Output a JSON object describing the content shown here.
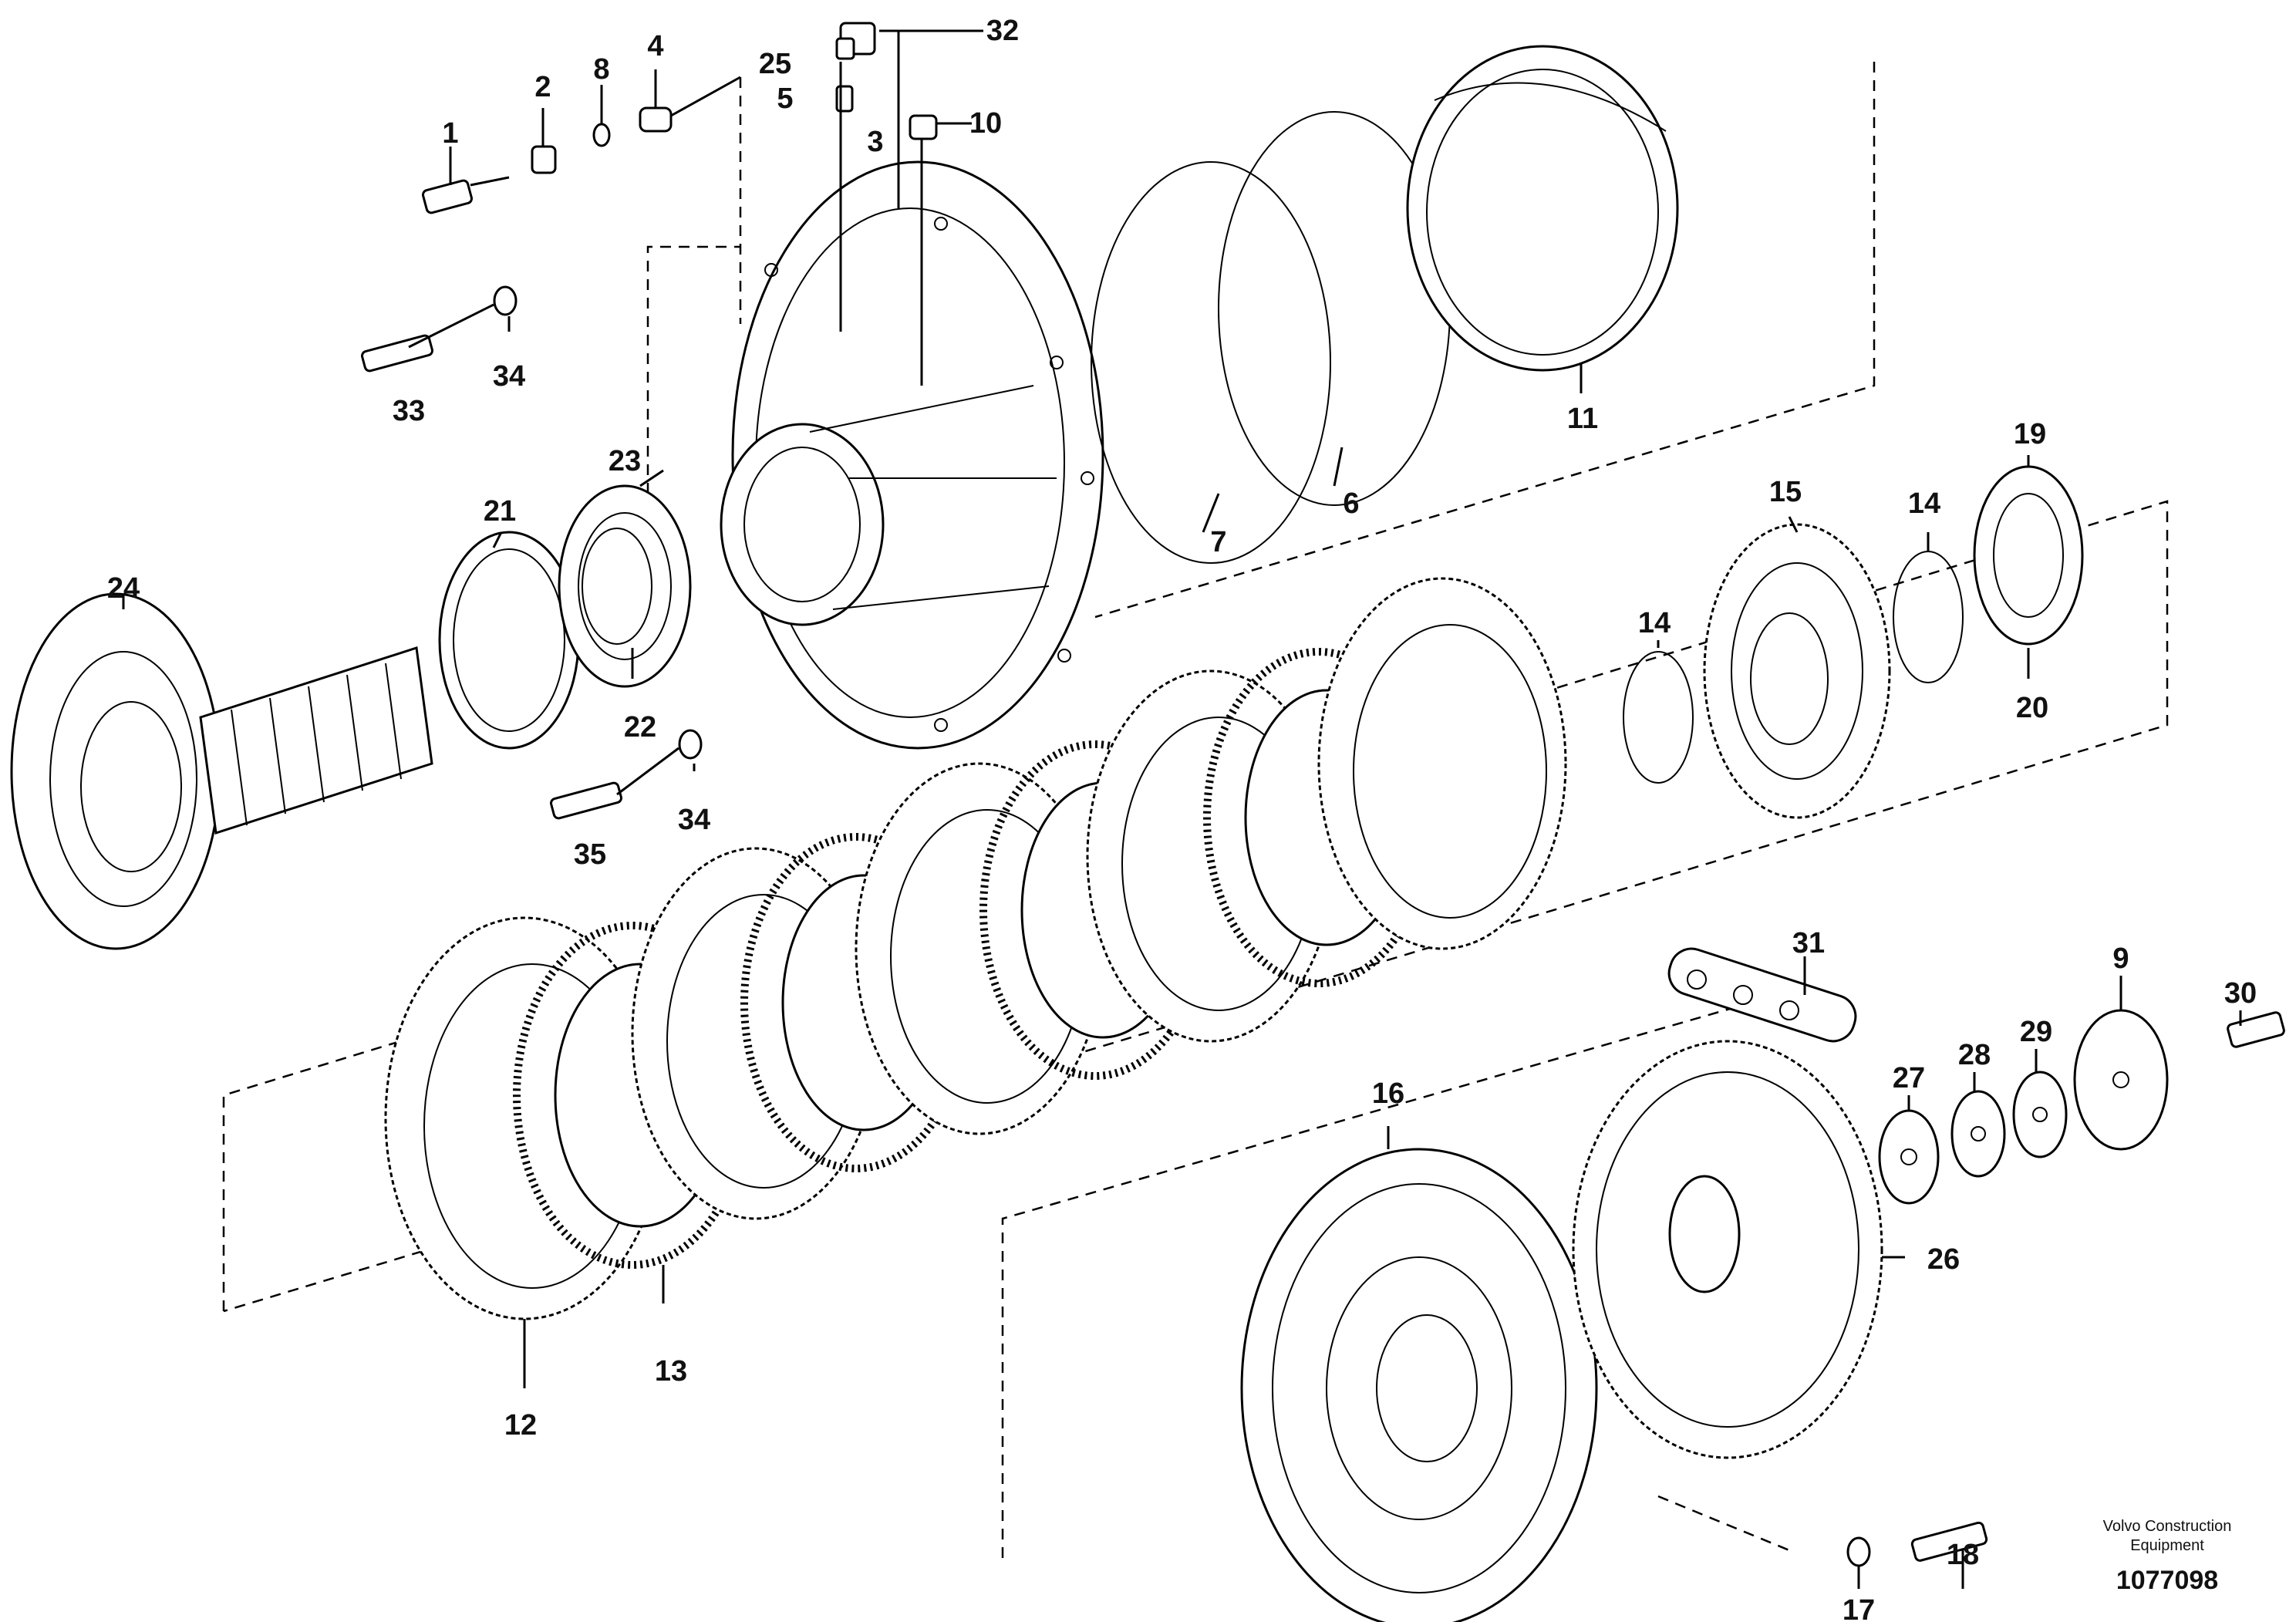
{
  "parts": {
    "p1": "1",
    "p2": "2",
    "p3": "3",
    "p4": "4",
    "p5": "5",
    "p6": "6",
    "p7": "7",
    "p8": "8",
    "p9": "9",
    "p10": "10",
    "p11": "11",
    "p12": "12",
    "p13": "13",
    "p14a": "14",
    "p14b": "14",
    "p15": "15",
    "p16": "16",
    "p17": "17",
    "p18": "18",
    "p19": "19",
    "p20": "20",
    "p21": "21",
    "p22": "22",
    "p23": "23",
    "p24": "24",
    "p25": "25",
    "p26": "26",
    "p27": "27",
    "p28": "28",
    "p29": "29",
    "p30": "30",
    "p31": "31",
    "p32": "32",
    "p33": "33",
    "p34a": "34",
    "p34b": "34",
    "p35": "35"
  },
  "footer": {
    "brand_line1": "Volvo Construction",
    "brand_line2": "Equipment",
    "drawing_number": "1077098"
  }
}
